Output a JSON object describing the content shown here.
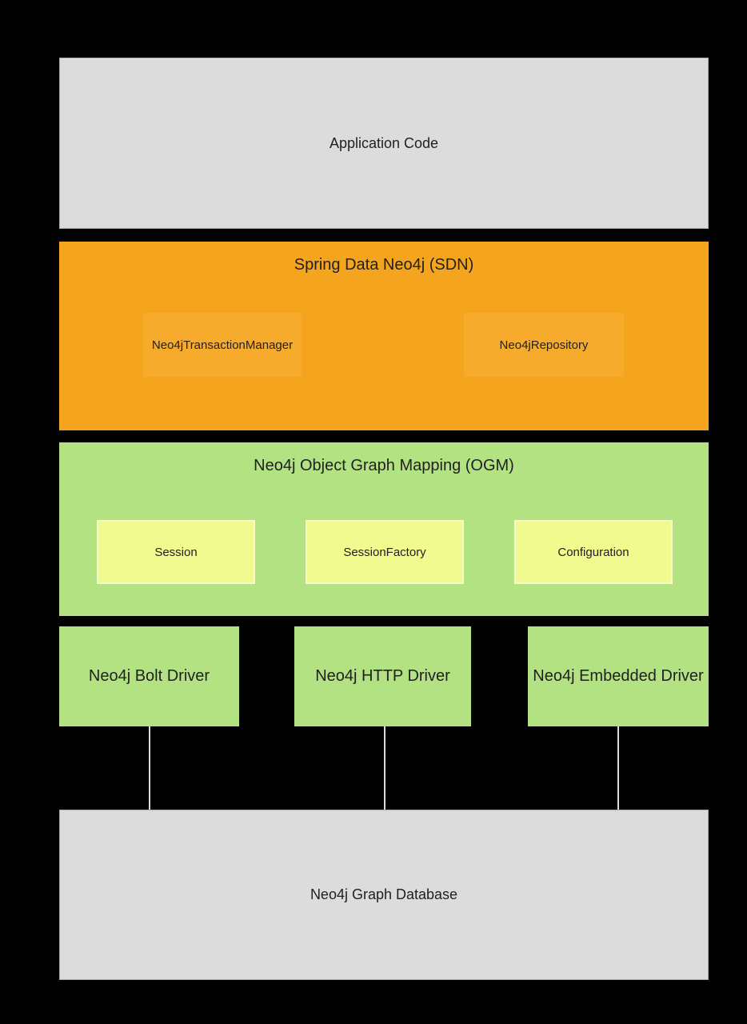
{
  "diagram": {
    "layers": {
      "application": {
        "label": "Application Code"
      },
      "sdn": {
        "title": "Spring Data Neo4j (SDN)",
        "components": [
          {
            "label": "Neo4jTransactionManager"
          },
          {
            "label": "Neo4jRepository"
          }
        ]
      },
      "ogm": {
        "title": "Neo4j Object Graph Mapping (OGM)",
        "components": [
          {
            "label": "Session"
          },
          {
            "label": "SessionFactory"
          },
          {
            "label": "Configuration"
          }
        ]
      },
      "drivers": [
        {
          "label": "Neo4j Bolt Driver"
        },
        {
          "label": "Neo4j HTTP Driver"
        },
        {
          "label": "Neo4j Embedded Driver"
        }
      ],
      "database": {
        "label": "Neo4j Graph Database"
      }
    },
    "colors": {
      "background": "#000000",
      "gray_fill": "#dcdcdc",
      "gray_border": "#a9a9a9",
      "orange_fill": "#f5a51d",
      "orange_component_fill": "#f7ab2d",
      "green_fill": "#b3e283",
      "yellow_fill": "#f1fa8e",
      "connector": "#d9d9d9",
      "text": "#212121"
    }
  }
}
